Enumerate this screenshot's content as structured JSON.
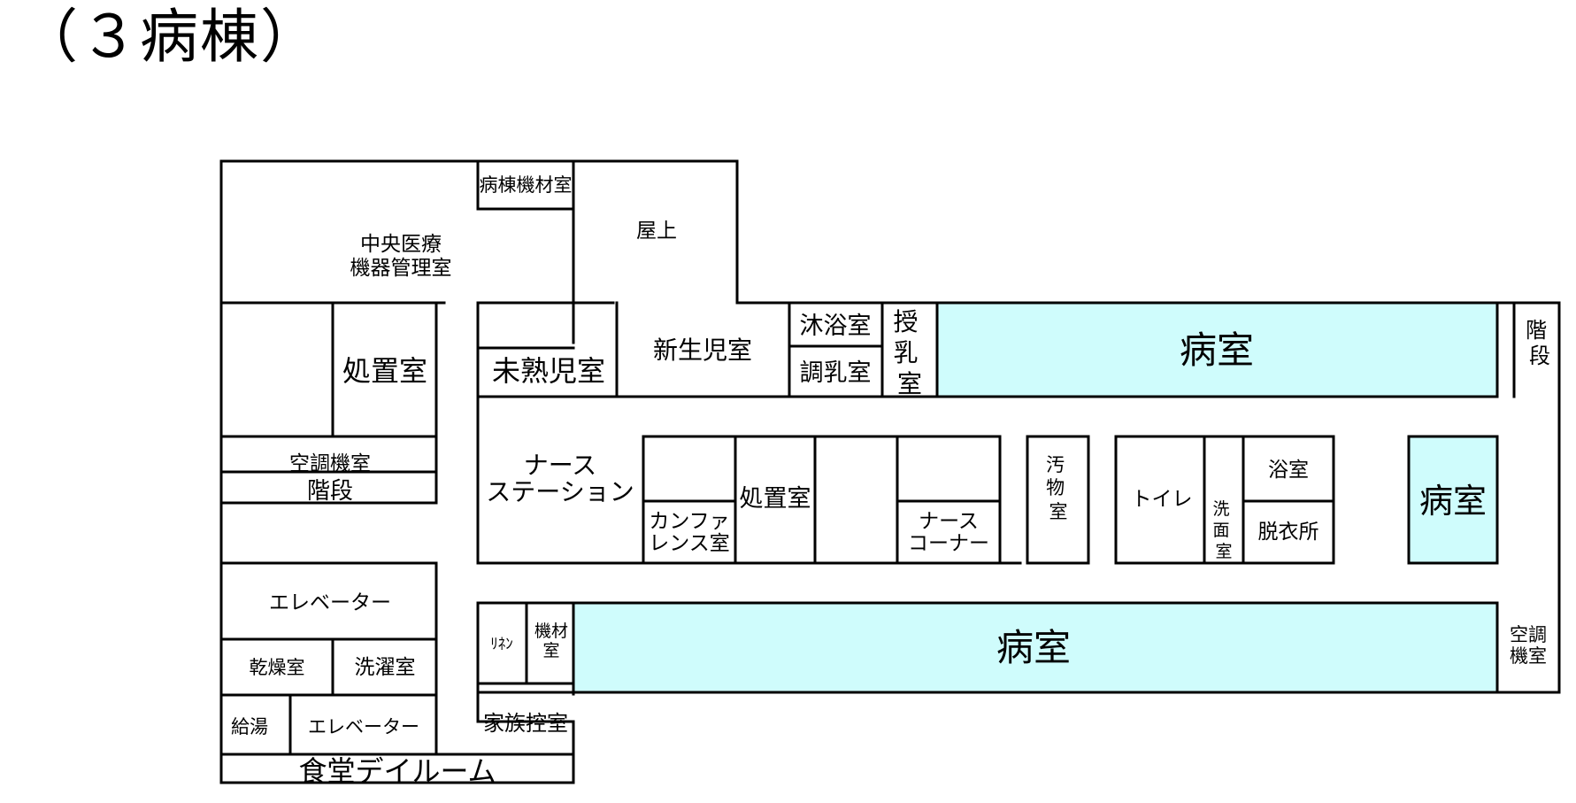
{
  "title": "（３病棟）",
  "colors": {
    "ward": "#cffcfc",
    "line": "#000000",
    "background": "#ffffff"
  },
  "rooms": {
    "ward_equipment": "病棟機材室",
    "central_equipment_line1": "中央医療",
    "central_equipment_line2": "機器管理室",
    "rooftop": "屋上",
    "treatment_left": "処置室",
    "premature": "未熟児室",
    "newborn": "新生児室",
    "bathing": "沐浴室",
    "formula": "調乳室",
    "nursing": "授乳室",
    "ward_top": "病室",
    "stairs_right": "階段",
    "aircon_left": "空調機室",
    "stairs_left": "階段",
    "nurse_station_line1": "ナース",
    "nurse_station_line2": "ステーション",
    "conference_line1": "カンファ",
    "conference_line2": "レンス室",
    "treatment_center": "処置室",
    "nurse_corner_line1": "ナース",
    "nurse_corner_line2": "コーナー",
    "soiled": "汚物室",
    "toilet": "トイレ",
    "washroom": "洗面室",
    "bathroom": "浴室",
    "changing": "脱衣所",
    "ward_mid": "病室",
    "elevator_1": "エレベーター",
    "drying": "乾燥室",
    "laundry": "洗濯室",
    "hot_water": "給湯",
    "elevator_2": "エレベーター",
    "dining": "食堂デイルーム",
    "linen": "ﾘﾈﾝ",
    "equipment_line1": "機材",
    "equipment_line2": "室",
    "ward_bottom": "病室",
    "aircon_right_line1": "空調",
    "aircon_right_line2": "機室",
    "family_waiting": "家族控室"
  }
}
